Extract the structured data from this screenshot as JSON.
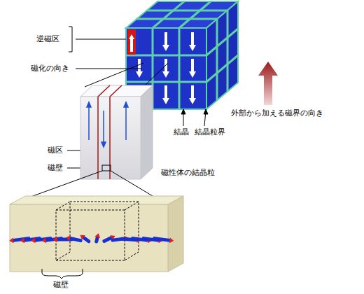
{
  "diagram": {
    "labels": [
      "逆磁区",
      "磁化の向き",
      "外部から加える磁界の向き",
      "結晶",
      "結晶粒界",
      "磁区",
      "磁壁",
      "磁性体の結晶粒",
      "磁壁"
    ]
  }
}
